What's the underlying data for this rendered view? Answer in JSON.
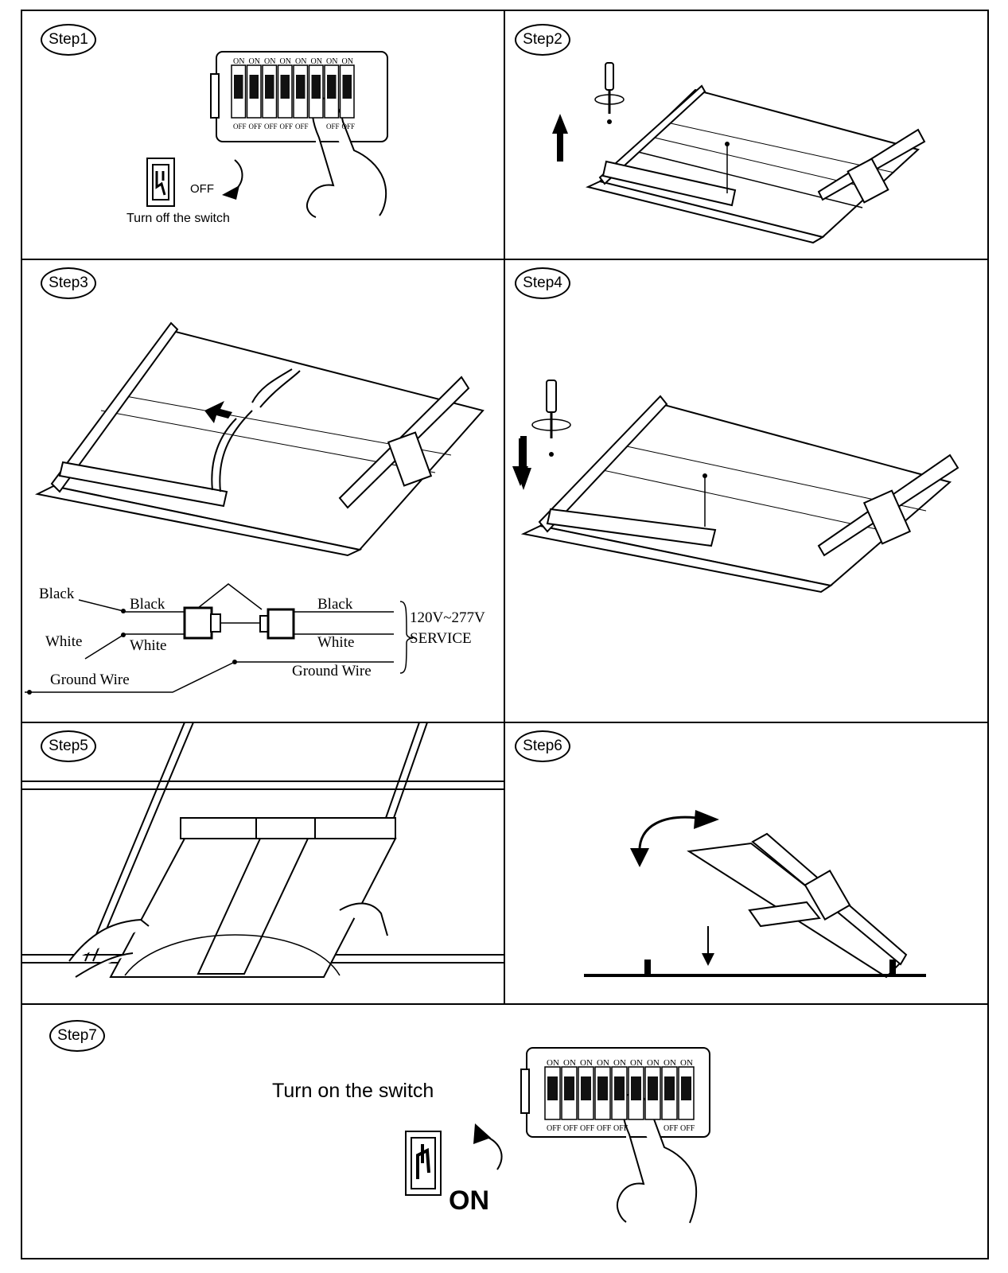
{
  "steps": [
    {
      "label": "Step1",
      "caption": "Turn off the switch",
      "switch_state": "OFF"
    },
    {
      "label": "Step2"
    },
    {
      "label": "Step3"
    },
    {
      "label": "Step4"
    },
    {
      "label": "Step5"
    },
    {
      "label": "Step6"
    },
    {
      "label": "Step7",
      "caption": "Turn on the switch",
      "switch_state": "ON"
    }
  ],
  "breaker": {
    "on_label": "ON",
    "off_label": "OFF"
  },
  "wiring": {
    "left_black": "Black",
    "left_white": "White",
    "left_ground": "Ground Wire",
    "mid_black": "Black",
    "mid_white": "White",
    "right_black": "Black",
    "right_white": "White",
    "right_ground": "Ground Wire",
    "service_voltage": "120V~277V",
    "service_label": "SERVICE"
  }
}
